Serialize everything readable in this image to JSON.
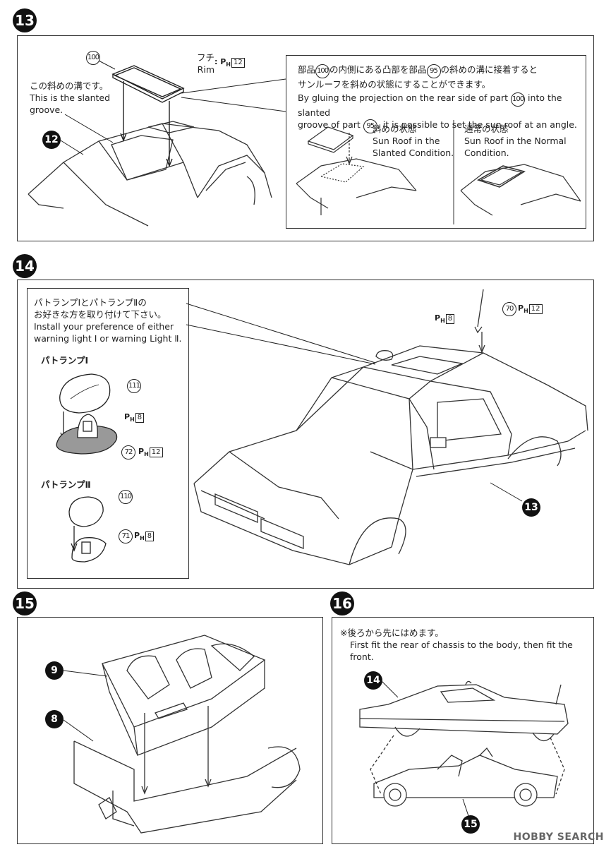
{
  "steps": {
    "s13": {
      "number": "13",
      "rim_jp": "フチ",
      "rim_en": "Rim",
      "rim_ref": "12",
      "part_100": "100",
      "part_12": "12",
      "groove_jp": "この斜めの溝です。",
      "groove_en_1": "This is the slanted",
      "groove_en_2": "groove.",
      "note_jp_1": "部品",
      "note_jp_2": "の内側にある凸部を部品",
      "note_jp_3": "の斜めの溝に接着すると",
      "note_jp_4": "サンルーフを斜めの状態にすることができます。",
      "note_en_1a": "By gluing the projection on the rear side of part",
      "note_en_1b": "into the slanted",
      "note_en_2a": "groove of part",
      "note_en_2b": ", it is possible to set the sun roof at an angle.",
      "ref_100": "100",
      "ref_95": "95",
      "slanted_jp": "斜めの状態",
      "slanted_en_1": "Sun Roof in the",
      "slanted_en_2": "Slanted Condition.",
      "normal_jp": "通常の状態",
      "normal_en_1": "Sun Roof in the Normal",
      "normal_en_2": "Condition."
    },
    "s14": {
      "number": "14",
      "note_jp_1": "パトランプⅠとパトランプⅡの",
      "note_jp_2": "お好きな方を取り付けて下さい。",
      "note_en_1": "Install your preference of either",
      "note_en_2": "warning light Ⅰ or warning Light Ⅱ.",
      "lamp1_label": "パトランプⅠ",
      "lamp2_label": "パトランプⅡ",
      "part_111": "111",
      "part_72": "72",
      "part_110": "110",
      "part_71": "71",
      "part_70": "70",
      "part_13": "13",
      "ref_8": "8",
      "ref_12": "12"
    },
    "s15": {
      "number": "15",
      "part_9": "9",
      "part_8": "8"
    },
    "s16": {
      "number": "16",
      "note_jp": "※後ろから先にはめます。",
      "note_en": "First fit the rear of chassis to the body, then fit the front.",
      "part_14": "14",
      "part_15": "15"
    }
  },
  "runner_prefix": "P",
  "runner_sub": "H",
  "watermark": "HOBBY SEARCH"
}
